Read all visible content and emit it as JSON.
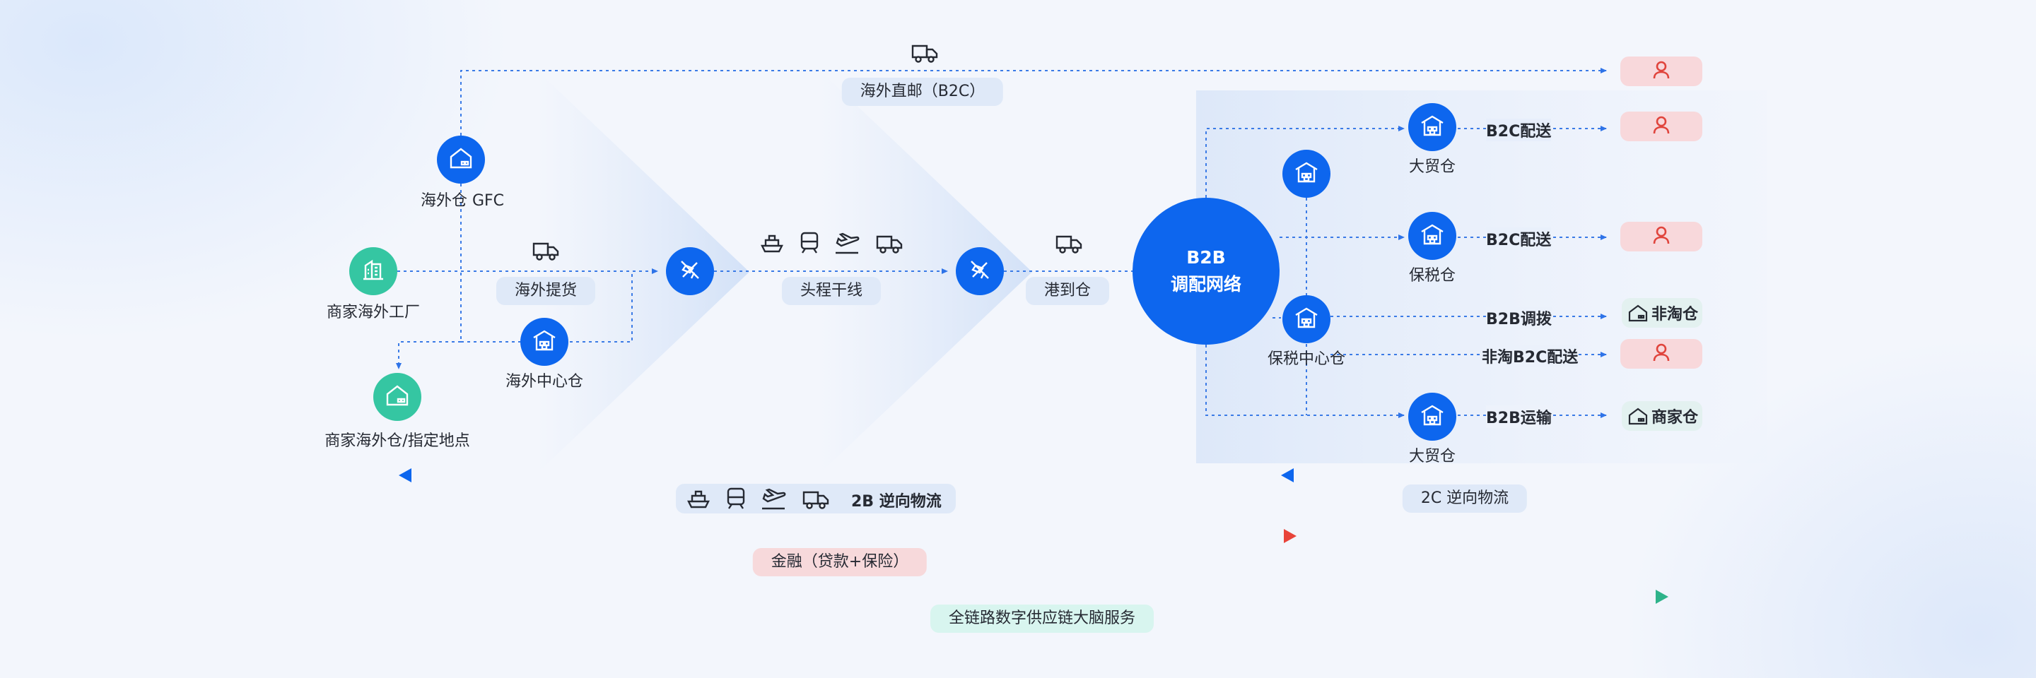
{
  "nodes": {
    "gfc": "海外仓 GFC",
    "factory": "商家海外工厂",
    "center_wh": "海外中心仓",
    "merchant_wh": "商家海外仓/指定地点",
    "b2b_line1": "B2B",
    "b2b_line2": "调配网络",
    "trade_wh_1": "大贸仓",
    "bonded_wh": "保税仓",
    "bonded_center_wh": "保税中心仓",
    "trade_wh_2": "大贸仓"
  },
  "pills": {
    "direct_mail": "海外直邮（B2C）",
    "pickup": "海外提货",
    "trunk_line": "头程干线",
    "port_to_wh": "港到仓",
    "reverse_2b": "2B 逆向物流",
    "reverse_2c": "2C 逆向物流",
    "finance": "金融（贷款+保险）",
    "brain": "全链路数字供应链大脑服务"
  },
  "edges": {
    "b2c_delivery_1": "B2C配送",
    "b2c_delivery_2": "B2C配送",
    "b2b_allocate": "B2B调拨",
    "non_tao_b2c": "非淘B2C配送",
    "b2b_transport": "B2B运输"
  },
  "destinations": {
    "non_tao_wh": "非淘仓",
    "merchant_wh": "商家仓"
  },
  "colors": {
    "primary": "#0d66ee",
    "green": "#35c6a2",
    "customer_bg": "#f8d8db",
    "customer_icon": "#e0443c",
    "finance_bar": "#e8443a",
    "brain_bar": "#2eb38a"
  }
}
